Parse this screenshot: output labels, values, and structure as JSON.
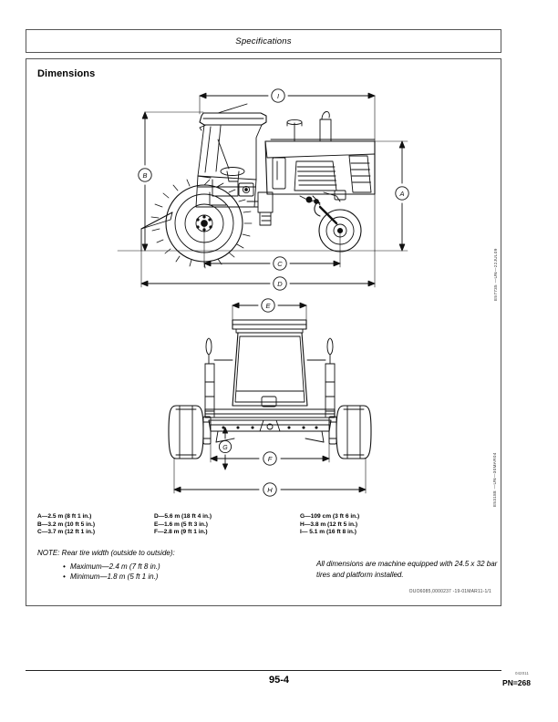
{
  "header": {
    "running_title": "Specifications"
  },
  "section": {
    "title": "Dimensions"
  },
  "figures": {
    "side_view": {
      "caption_code": "E57735 —UN—22JUL09",
      "callouts": [
        "I",
        "B",
        "A",
        "C",
        "D"
      ]
    },
    "front_view": {
      "caption_code": "E53188 —UN—30MAR04",
      "callouts": [
        "E",
        "G",
        "F",
        "H"
      ]
    }
  },
  "legend": {
    "column1": [
      "A—2.5 m (8 ft 1 in.)",
      "B—3.2 m (10 ft 5 in.)",
      "C—3.7 m (12 ft 1 in.)"
    ],
    "column2": [
      "D—5.6 m (18 ft 4 in.)",
      "E—1.6 m (5 ft 3 in.)",
      "F—2.8 m (9 ft 1 in.)"
    ],
    "column3": [
      "G—109 cm (3 ft 6 in.)",
      "H—3.8 m (12 ft 5 in.)",
      "I— 5.1 m (16 ft 8 in.)"
    ]
  },
  "note": {
    "heading": "NOTE: Rear tire width (outside to outside):",
    "bullets": [
      "Maximum—2.4 m (7 ft 8 in.)",
      "Minimum—1.8 m (5 ft 1 in.)"
    ],
    "right_text": "All dimensions are machine equipped with 24.5 x 32 bar tires and platform installed."
  },
  "doc_reference": "OUO6085,0000237 -19-01MAR11-1/1",
  "footer": {
    "page_number": "95-4",
    "pn": "PN=268",
    "pn_code": "042011"
  }
}
